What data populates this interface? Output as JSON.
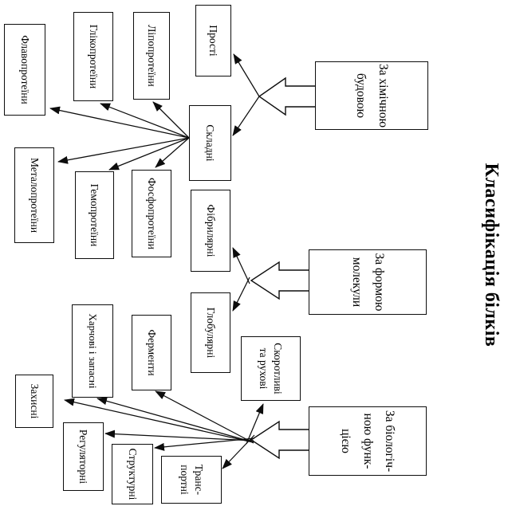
{
  "diagram": {
    "title": "Класифікація білків",
    "categories": {
      "chemical": {
        "lines": [
          "За хімічною",
          "будовою"
        ]
      },
      "shape": {
        "lines": [
          "За формою",
          "молекули"
        ]
      },
      "biological": {
        "lines": [
          "За біологіч-",
          "ною функ-",
          "цією"
        ]
      }
    },
    "nodes": {
      "prosti": {
        "label": "Прості"
      },
      "skladni": {
        "label": "Складні"
      },
      "fibrylarni": {
        "label": "Фібрилярні"
      },
      "hlobularni": {
        "label": "Глобулярні"
      },
      "skorotlyvi": {
        "lines": [
          "Скоротливі",
          "та рухові"
        ]
      },
      "lipoproteiny": {
        "label": "Ліпопротеїни"
      },
      "fosfoproteiny": {
        "label": "Фосфопротеїни"
      },
      "hlikoproteiny": {
        "label": "Глікопротеїни"
      },
      "hemoproteiny": {
        "label": "Гемопротеїни"
      },
      "flavoproteiny": {
        "label": "Флавопротеїни"
      },
      "metaloproteiny": {
        "label": "Металопротеїни"
      },
      "fermenty": {
        "label": "Ферменти"
      },
      "kharchovi": {
        "label": "Харчові і запасні"
      },
      "zakhysni": {
        "label": "Захисні"
      },
      "rehulatorni": {
        "label": "Регуляторні"
      },
      "strukturni": {
        "label": "Структурні"
      },
      "transportni": {
        "lines": [
          "Транс-",
          "портні"
        ]
      }
    },
    "edges": [
      {
        "from": "chemical",
        "to": "prosti"
      },
      {
        "from": "chemical",
        "to": "skladni"
      },
      {
        "from": "skladni",
        "to": "flavoproteiny"
      },
      {
        "from": "skladni",
        "to": "hlikoproteiny"
      },
      {
        "from": "skladni",
        "to": "lipoproteiny"
      },
      {
        "from": "skladni",
        "to": "metaloproteiny"
      },
      {
        "from": "skladni",
        "to": "hemoproteiny"
      },
      {
        "from": "skladni",
        "to": "fosfoproteiny"
      },
      {
        "from": "shape",
        "to": "fibrylarni"
      },
      {
        "from": "shape",
        "to": "hlobularni"
      },
      {
        "from": "biological",
        "to": "skorotlyvi"
      },
      {
        "from": "biological",
        "to": "fermenty"
      },
      {
        "from": "biological",
        "to": "kharchovi"
      },
      {
        "from": "biological",
        "to": "zakhysni"
      },
      {
        "from": "biological",
        "to": "rehulatorni"
      },
      {
        "from": "biological",
        "to": "strukturni"
      },
      {
        "from": "biological",
        "to": "transportni"
      }
    ],
    "orientation_note": "page rotated 90° clockwise"
  }
}
